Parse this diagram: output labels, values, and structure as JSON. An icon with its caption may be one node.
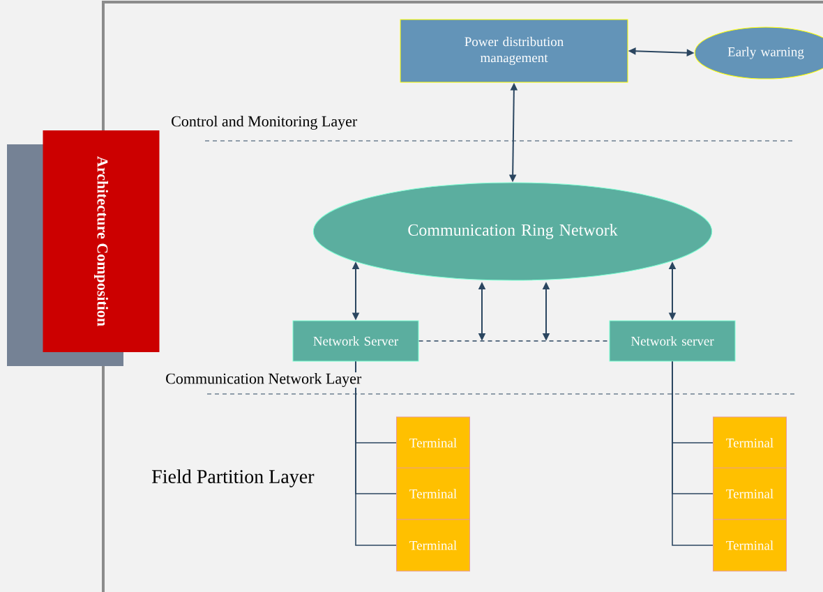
{
  "diagram": {
    "nodes": [
      {
        "text": [
          "Architecture Composition"
        ]
      },
      {
        "text": [
          "Power distribution management"
        ]
      },
      {
        "text": [
          "Early warning"
        ]
      },
      {
        "text": [
          "Communication Ring Network"
        ]
      },
      {
        "text": [
          "Network Server"
        ]
      },
      {
        "text": [
          "Network server"
        ]
      },
      {
        "text": [
          "Terminal"
        ]
      },
      {
        "text": [
          "Terminal"
        ]
      },
      {
        "text": [
          "Terminal"
        ]
      },
      {
        "text": [
          "Terminal"
        ]
      },
      {
        "text": [
          "Terminal"
        ]
      },
      {
        "text": [
          "Terminal"
        ]
      }
    ],
    "edges": [
      {
        "from": 1,
        "to": 2,
        "arrow": "both"
      },
      {
        "from": 1,
        "to": 3,
        "arrow": "both"
      },
      {
        "from": 3,
        "to": 4,
        "arrow": "both"
      },
      {
        "from": null,
        "to": 3,
        "arrow": "both"
      },
      {
        "from": null,
        "to": 3,
        "arrow": "both"
      },
      {
        "from": 3,
        "to": 5,
        "arrow": "both"
      },
      {
        "from": 4,
        "to": 5,
        "arrow": "none",
        "style": "dashed"
      },
      {
        "from": 4,
        "to": 6,
        "arrow": "none"
      },
      {
        "from": 4,
        "to": 7,
        "arrow": "none"
      },
      {
        "from": 4,
        "to": 8,
        "arrow": "none"
      },
      {
        "from": 5,
        "to": 9,
        "arrow": "none"
      },
      {
        "from": 5,
        "to": 10,
        "arrow": "none"
      },
      {
        "from": 5,
        "to": 11,
        "arrow": "none"
      }
    ],
    "labels": [
      "Control and Monitoring Layer",
      "Communication Network Layer",
      "Field Partition Layer"
    ]
  }
}
